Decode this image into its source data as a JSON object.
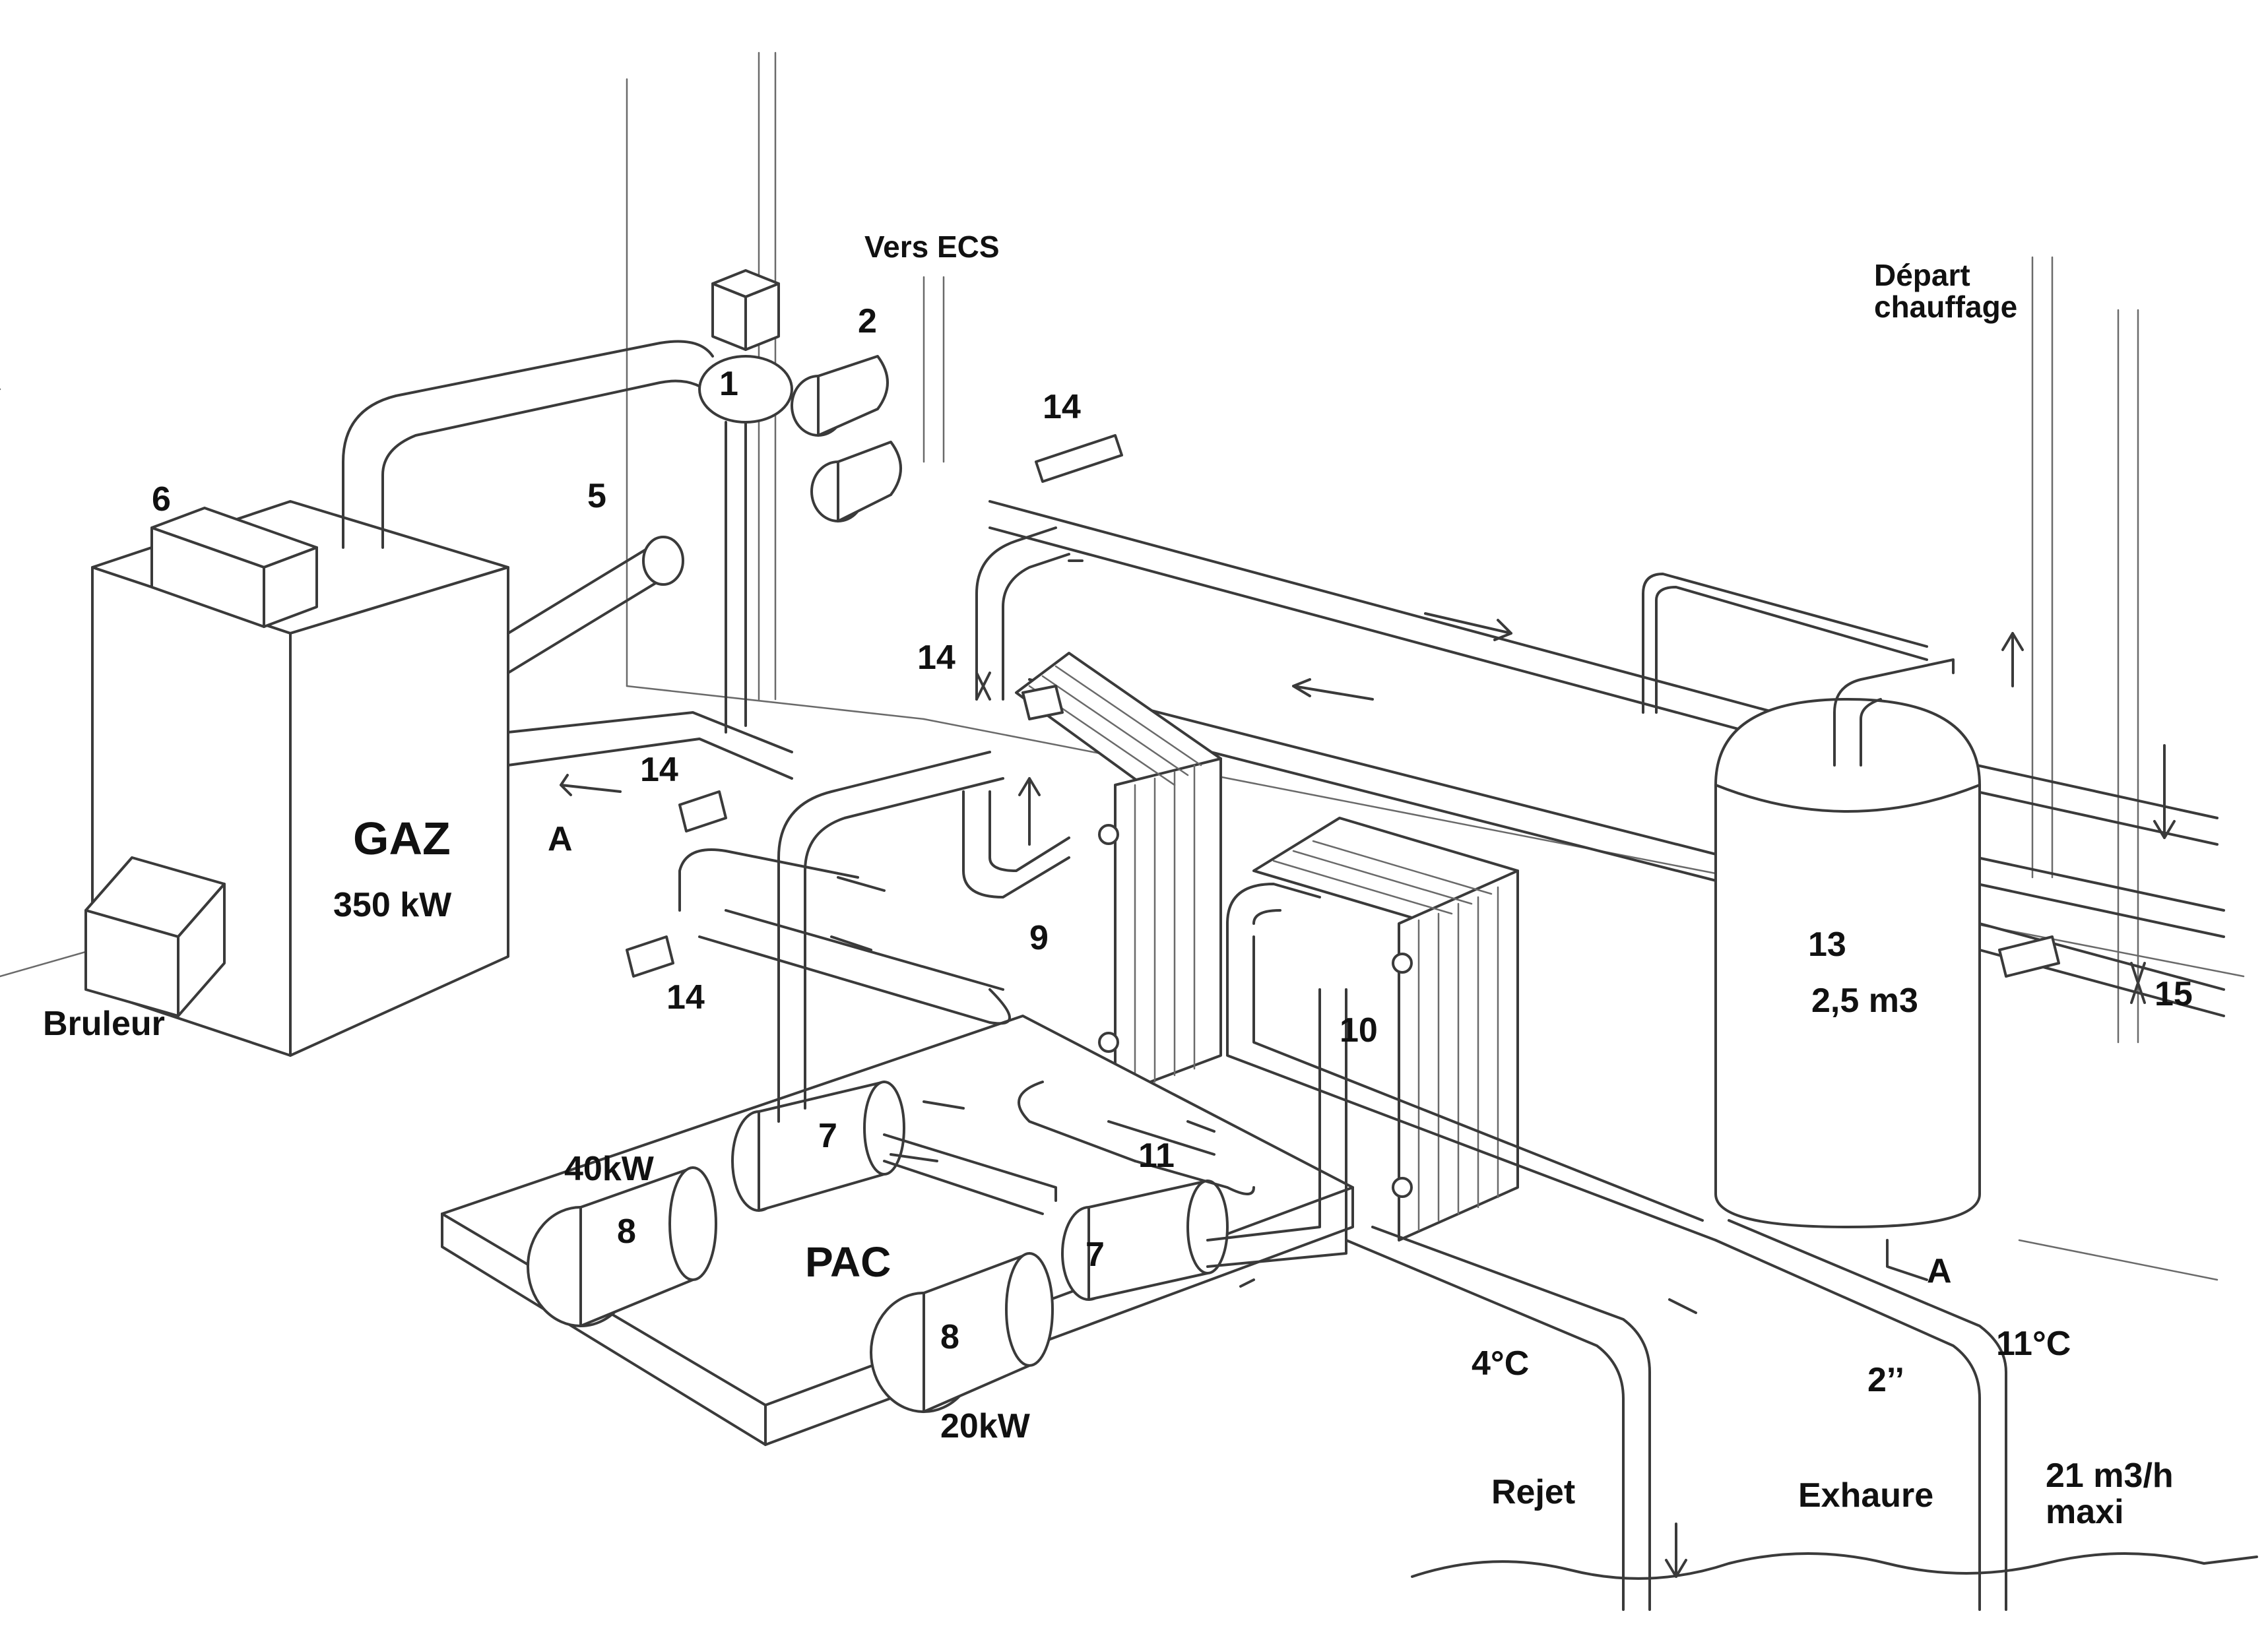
{
  "labels": {
    "vers_ecs": "Vers ECS",
    "depart_chauffage": "Départ\nchauffage",
    "gaz": "GAZ",
    "gaz_power": "350 kW",
    "bruleur": "Bruleur",
    "pac": "PAC",
    "power_40": "40kW",
    "power_20": "20kW",
    "tank_volume": "2,5 m3",
    "temp_reject": "4°C",
    "temp_exhaure": "11°C",
    "pipe_size": "2’’",
    "rejet": "Rejet",
    "exhaure": "Exhaure",
    "flow": "21 m3/h\nmaxi",
    "section_a1": "A",
    "section_a2": "A"
  },
  "numbers": {
    "n1": "1",
    "n2": "2",
    "n5": "5",
    "n6": "6",
    "n7a": "7",
    "n7b": "7",
    "n8a": "8",
    "n8b": "8",
    "n9": "9",
    "n10": "10",
    "n11": "11",
    "n13": "13",
    "n14a": "14",
    "n14b": "14",
    "n14c": "14",
    "n14d": "14",
    "n15": "15"
  }
}
